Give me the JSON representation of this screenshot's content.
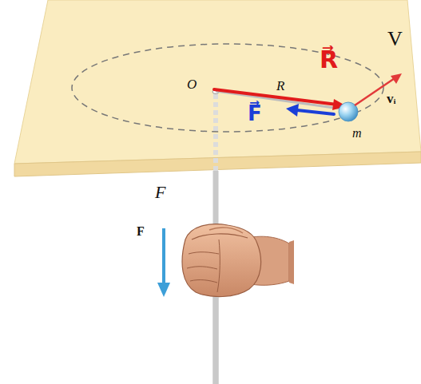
{
  "diagram": {
    "labels": [
      "V⃗",
      "O",
      "R⃗",
      "R",
      "vᵢ",
      "F⃗",
      "m",
      "F⃗",
      "F"
    ]
  }
}
